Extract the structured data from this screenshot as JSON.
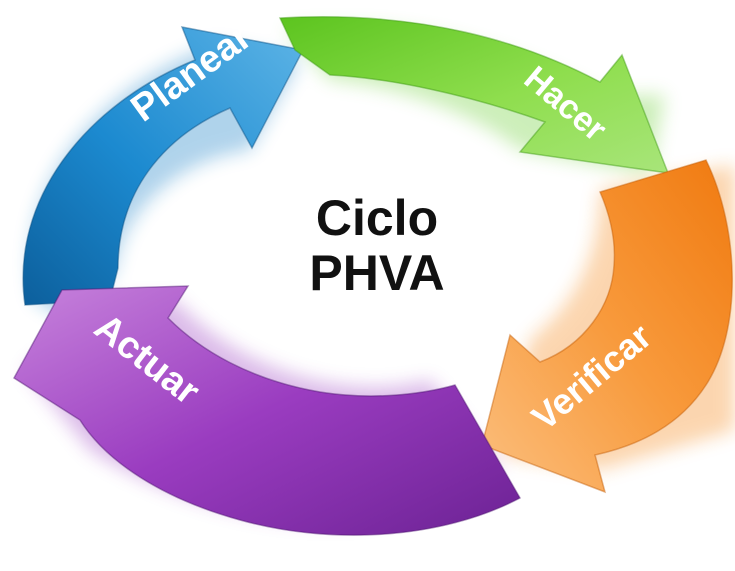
{
  "diagram": {
    "center": {
      "line1": "Ciclo",
      "line2": "PHVA"
    },
    "steps": [
      {
        "label": "Planear",
        "color": "#1a82c8"
      },
      {
        "label": "Hacer",
        "color": "#6fd03a"
      },
      {
        "label": "Verificar",
        "color": "#f58a1f"
      },
      {
        "label": "Actuar",
        "color": "#9a3cc0"
      }
    ]
  }
}
